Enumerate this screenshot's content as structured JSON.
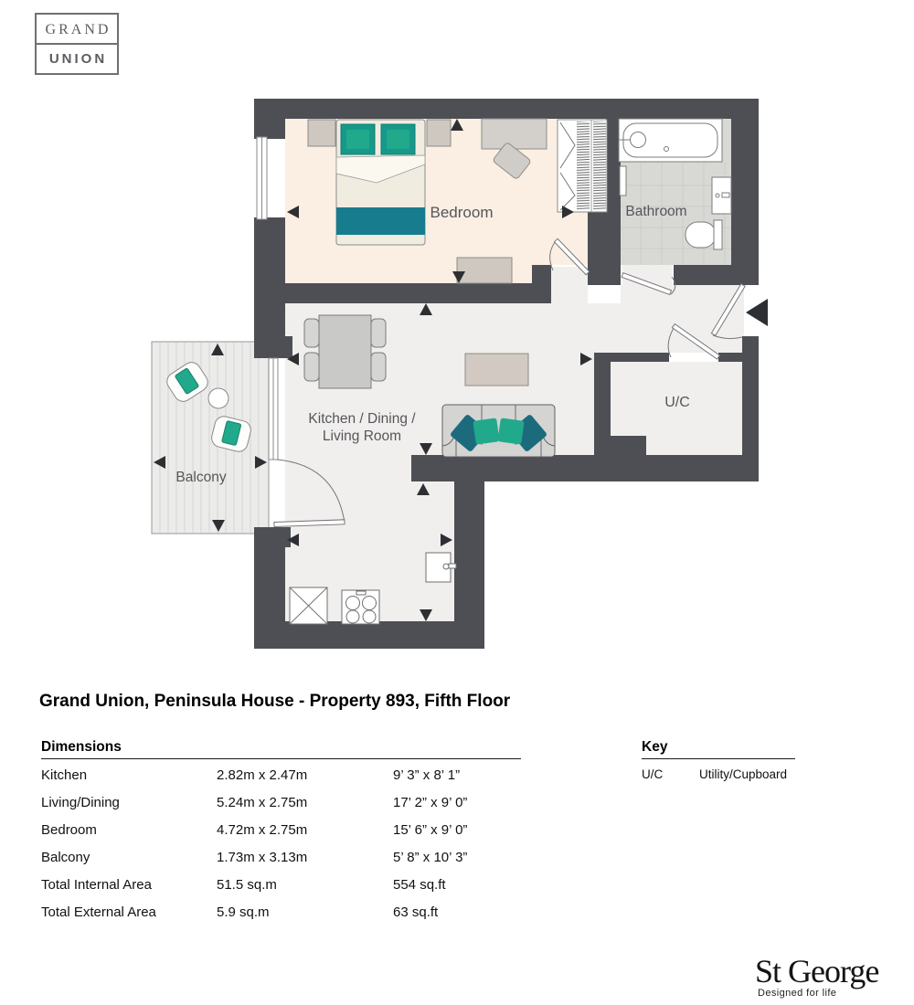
{
  "logo": {
    "line1": "GRAND",
    "line2": "UNION"
  },
  "plan": {
    "labels": {
      "bedroom": "Bedroom",
      "bathroom": "Bathroom",
      "kitchen_line1": "Kitchen / Dining /",
      "kitchen_line2": "Living Room",
      "balcony": "Balcony",
      "utility": "U/C"
    },
    "colors": {
      "wall": "#4D4F54",
      "bedroom_floor": "#FAEFE2",
      "living_floor": "#F0EFED",
      "bathroom_floor": "#D8D8D5",
      "balcony_deck": "#EBEBE9",
      "teal_accent": "#21A98C",
      "teal_dark": "#1B6B7D",
      "bed_runner": "#177C8E",
      "label_text": "#55565B"
    }
  },
  "title": "Grand Union, Peninsula House - Property 893, Fifth Floor",
  "dimensions": {
    "heading": "Dimensions",
    "rows": [
      {
        "name": "Kitchen",
        "metric": "2.82m x 2.47m",
        "imperial": "9’ 3” x 8’ 1”"
      },
      {
        "name": "Living/Dining",
        "metric": "5.24m x 2.75m",
        "imperial": "17’ 2” x 9’ 0”"
      },
      {
        "name": "Bedroom",
        "metric": "4.72m x 2.75m",
        "imperial": "15’ 6” x 9’ 0”"
      },
      {
        "name": "Balcony",
        "metric": "1.73m x 3.13m",
        "imperial": "5’ 8” x 10’ 3”"
      },
      {
        "name": "Total Internal Area",
        "metric": "51.5 sq.m",
        "imperial": "554 sq.ft"
      },
      {
        "name": "Total External Area",
        "metric": "5.9 sq.m",
        "imperial": "63 sq.ft"
      }
    ]
  },
  "key": {
    "heading": "Key",
    "abbreviation": "U/C",
    "meaning": "Utility/Cupboard"
  },
  "footer": {
    "brand": "St George",
    "tagline": "Designed for life"
  }
}
